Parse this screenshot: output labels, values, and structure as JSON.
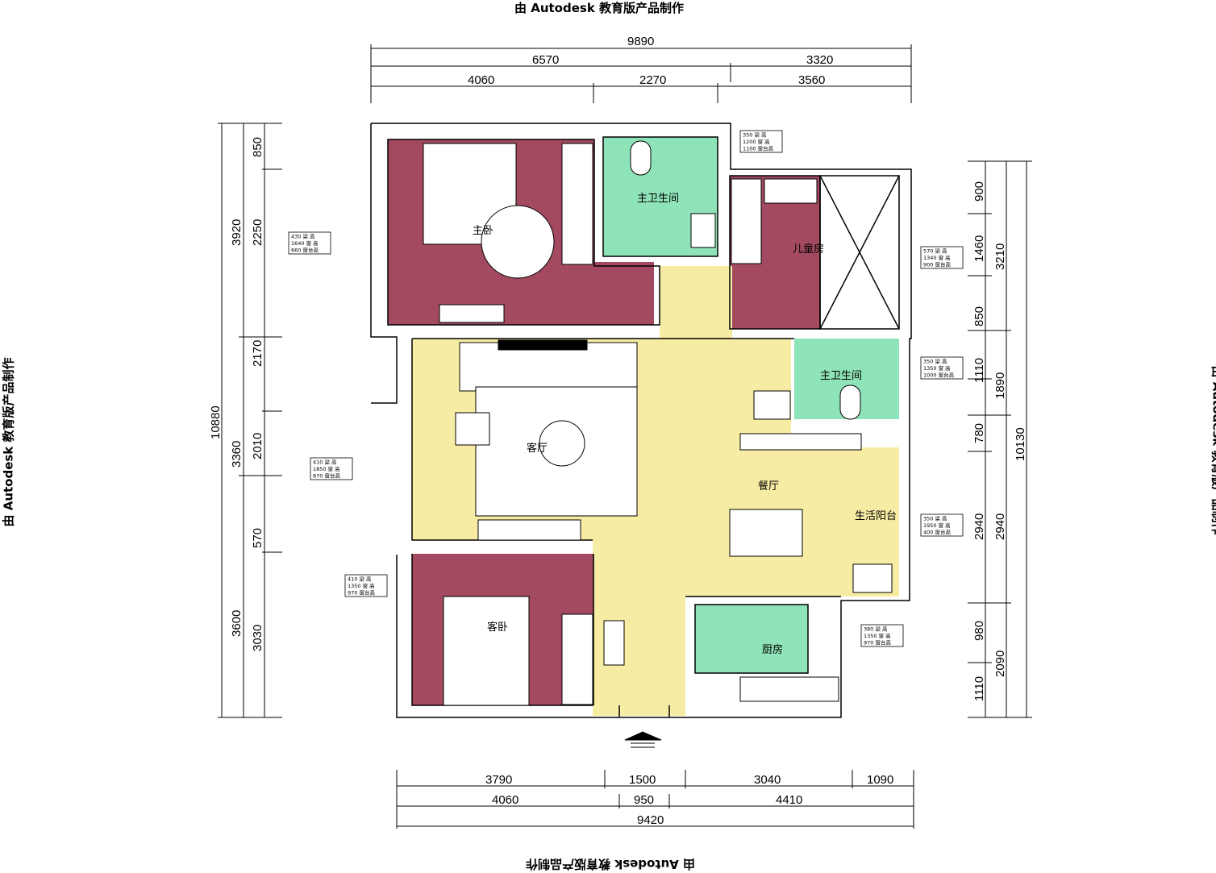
{
  "watermark": "由 Autodesk 教育版产品制作",
  "colors": {
    "bedroom": "#a34a60",
    "bath": "#8fe3b8",
    "living": "#f7eca4",
    "wall": "#000000"
  },
  "rooms": {
    "master_bedroom": "主卧",
    "master_bath_top": "主卫生间",
    "kids_room": "儿童房",
    "bath_right": "主卫生间",
    "living": "客厅",
    "dining": "餐厅",
    "balcony": "生活阳台",
    "guest_bedroom": "客卧",
    "kitchen": "厨房"
  },
  "dims_top": {
    "total": "9890",
    "row2": [
      "6570",
      "3320"
    ],
    "row3": [
      "4060",
      "2270",
      "3560"
    ]
  },
  "dims_bottom": {
    "row1": [
      "3790",
      "1500",
      "3040",
      "1090"
    ],
    "row2": [
      "4060",
      "950",
      "4410"
    ],
    "total": "9420"
  },
  "dims_left": {
    "total": "10880",
    "outer": [
      "3920",
      "3360",
      "3600"
    ],
    "inner": [
      "850",
      "2250",
      "2170",
      "2010",
      "570",
      "3030"
    ]
  },
  "dims_right": {
    "total": "10130",
    "outer": [
      "3210",
      "1890",
      "2940",
      "2090"
    ],
    "inner": [
      "900",
      "1460",
      "850",
      "1110",
      "780",
      "2940",
      "980",
      "1110"
    ]
  },
  "window_tables": [
    {
      "rows": [
        [
          "350",
          "梁",
          "高"
        ],
        [
          "1200",
          "窗",
          "高"
        ],
        [
          "1100",
          "窗台高"
        ]
      ]
    },
    {
      "rows": [
        [
          "430",
          "梁",
          "高"
        ],
        [
          "1640",
          "窗",
          "高"
        ],
        [
          "660",
          "窗台高"
        ]
      ]
    },
    {
      "rows": [
        [
          "570",
          "梁",
          "高"
        ],
        [
          "1340",
          "窗",
          "高"
        ],
        [
          "900",
          "窗台高"
        ]
      ]
    },
    {
      "rows": [
        [
          "350",
          "梁",
          "高"
        ],
        [
          "1350",
          "窗",
          "高"
        ],
        [
          "1000",
          "窗台高"
        ]
      ]
    },
    {
      "rows": [
        [
          "410",
          "梁",
          "高"
        ],
        [
          "1850",
          "窗",
          "高"
        ],
        [
          "870",
          "窗台高"
        ]
      ]
    },
    {
      "rows": [
        [
          "350",
          "梁",
          "高"
        ],
        [
          "1950",
          "窗",
          "高"
        ],
        [
          "400",
          "窗台高"
        ]
      ]
    },
    {
      "rows": [
        [
          "410",
          "梁",
          "高"
        ],
        [
          "1350",
          "窗",
          "高"
        ],
        [
          "970",
          "窗台高"
        ]
      ]
    },
    {
      "rows": [
        [
          "380",
          "梁",
          "高"
        ],
        [
          "1350",
          "窗",
          "高"
        ],
        [
          "970",
          "窗台高"
        ]
      ]
    }
  ]
}
